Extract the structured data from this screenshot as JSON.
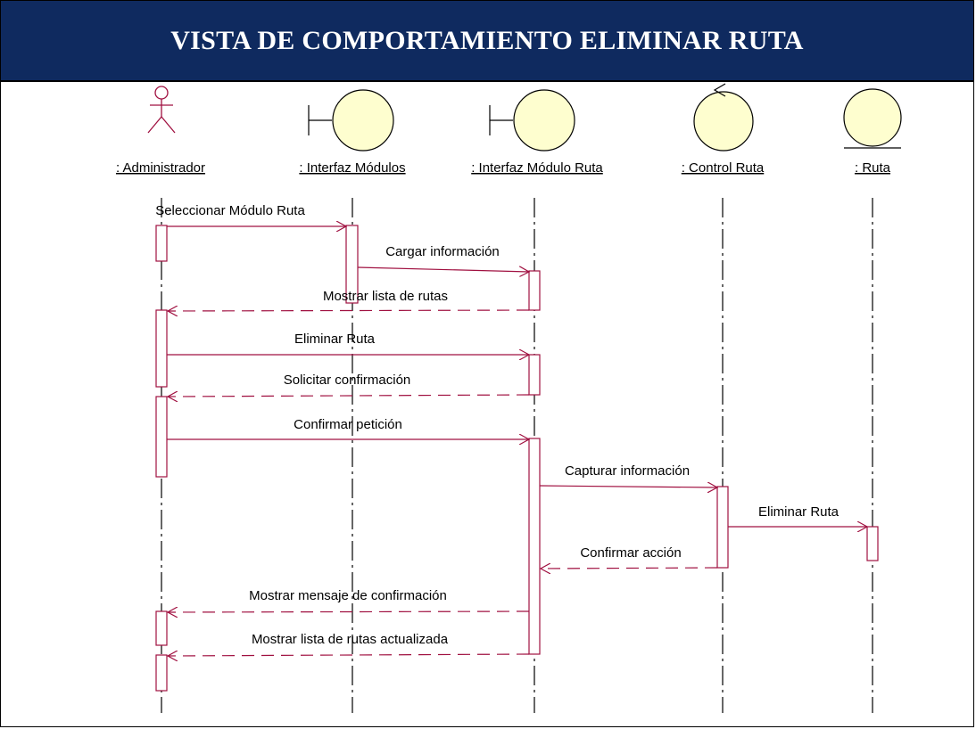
{
  "title": "VISTA DE COMPORTAMIENTO ELIMINAR RUTA",
  "colors": {
    "title_background": "#0f2a5f",
    "title_text": "#ffffff",
    "lifeline_shape_fill": "#fefecf",
    "message": "#a01040",
    "lifeline": "#000000"
  },
  "lifelines": [
    {
      "id": "administrador",
      "kind": "actor",
      "label": ": Administrador"
    },
    {
      "id": "interfaz-modulos",
      "kind": "boundary",
      "label": ": Interfaz Módulos"
    },
    {
      "id": "interfaz-modulo-ruta",
      "kind": "boundary",
      "label": ": Interfaz Módulo Ruta"
    },
    {
      "id": "control-ruta",
      "kind": "control",
      "label": ": Control Ruta"
    },
    {
      "id": "ruta",
      "kind": "entity",
      "label": ": Ruta"
    }
  ],
  "messages": [
    {
      "label": "Seleccionar Módulo Ruta",
      "from": "administrador",
      "to": "interfaz-modulos",
      "kind": "call"
    },
    {
      "label": "Cargar información",
      "from": "interfaz-modulos",
      "to": "interfaz-modulo-ruta",
      "kind": "call"
    },
    {
      "label": "Mostrar lista de rutas",
      "from": "interfaz-modulo-ruta",
      "to": "administrador",
      "kind": "return"
    },
    {
      "label": "Eliminar Ruta",
      "from": "administrador",
      "to": "interfaz-modulo-ruta",
      "kind": "call"
    },
    {
      "label": "Solicitar confirmación",
      "from": "interfaz-modulo-ruta",
      "to": "administrador",
      "kind": "return"
    },
    {
      "label": "Confirmar petición",
      "from": "administrador",
      "to": "interfaz-modulo-ruta",
      "kind": "call"
    },
    {
      "label": "Capturar información",
      "from": "interfaz-modulo-ruta",
      "to": "control-ruta",
      "kind": "call"
    },
    {
      "label": "Eliminar Ruta",
      "from": "control-ruta",
      "to": "ruta",
      "kind": "call"
    },
    {
      "label": "Confirmar acción",
      "from": "control-ruta",
      "to": "interfaz-modulo-ruta",
      "kind": "return"
    },
    {
      "label": "Mostrar mensaje de confirmación",
      "from": "interfaz-modulo-ruta",
      "to": "administrador",
      "kind": "return"
    },
    {
      "label": "Mostrar lista de rutas actualizada",
      "from": "interfaz-modulo-ruta",
      "to": "administrador",
      "kind": "return"
    }
  ]
}
